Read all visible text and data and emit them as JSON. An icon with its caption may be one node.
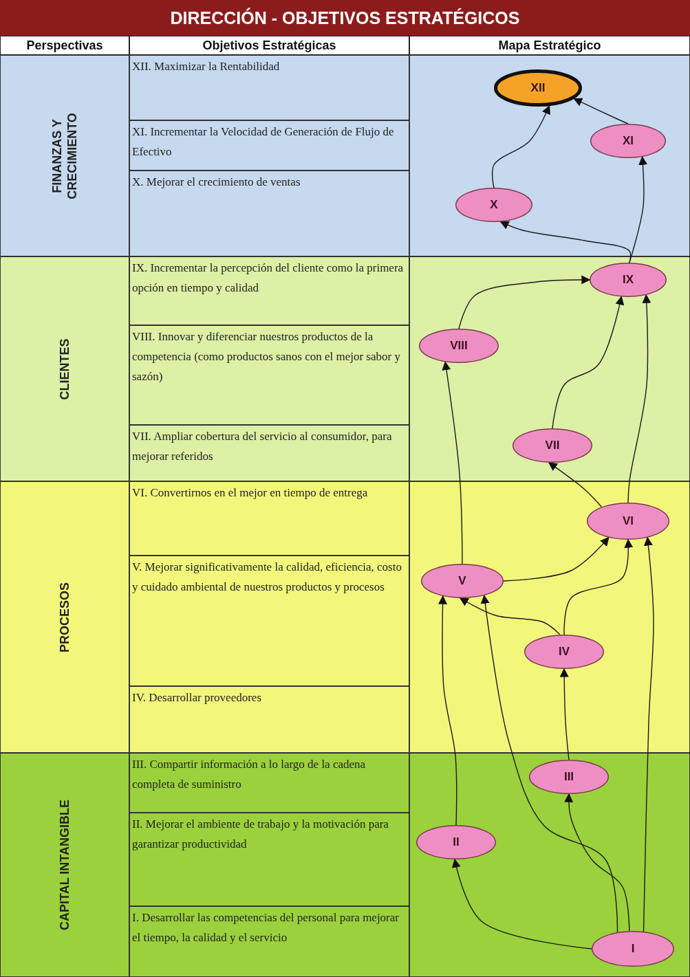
{
  "diagram": {
    "title": "DIRECCIÓN - OBJETIVOS ESTRATÉGICOS",
    "nodes": [
      {
        "text": [
          "XII"
        ]
      },
      {
        "text": [
          "XI"
        ]
      },
      {
        "text": [
          "X"
        ]
      },
      {
        "text": [
          "IX"
        ]
      },
      {
        "text": [
          "VIII"
        ]
      },
      {
        "text": [
          "VII"
        ]
      },
      {
        "text": [
          "VI"
        ]
      },
      {
        "text": [
          "V"
        ]
      },
      {
        "text": [
          "IV"
        ]
      },
      {
        "text": [
          "III"
        ]
      },
      {
        "text": [
          "II"
        ]
      },
      {
        "text": [
          "I"
        ]
      }
    ],
    "edges": [
      {
        "from": 2,
        "to": 0,
        "arrow": "to"
      },
      {
        "from": 1,
        "to": 0,
        "arrow": "to"
      },
      {
        "from": 3,
        "to": 2,
        "arrow": "to"
      },
      {
        "from": 3,
        "to": 1,
        "arrow": "to"
      },
      {
        "from": 4,
        "to": 3,
        "arrow": "to"
      },
      {
        "from": 5,
        "to": 3,
        "arrow": "to"
      },
      {
        "from": 6,
        "to": 3,
        "arrow": "to"
      },
      {
        "from": 7,
        "to": 4,
        "arrow": "to"
      },
      {
        "from": 6,
        "to": 5,
        "arrow": "to"
      },
      {
        "from": 7,
        "to": 6,
        "arrow": "to"
      },
      {
        "from": 8,
        "to": 6,
        "arrow": "to"
      },
      {
        "from": 8,
        "to": 7,
        "arrow": "to"
      },
      {
        "from": 11,
        "to": 6,
        "arrow": "to"
      },
      {
        "from": 9,
        "to": 8,
        "arrow": "to"
      },
      {
        "from": 10,
        "to": 7,
        "arrow": "to"
      },
      {
        "from": 11,
        "to": 7,
        "arrow": "to"
      },
      {
        "from": 11,
        "to": 9,
        "arrow": "to"
      },
      {
        "from": 11,
        "to": 10,
        "arrow": "to"
      }
    ],
    "labels": [
      "Perspectivas",
      "Objetivos Estratégicas",
      "Mapa Estratégico",
      "FINANZAS Y CRECIMIENTO",
      "XII. Maximizar la Rentabilidad",
      "XI. Incrementar la Velocidad de Generación de Flujo de Efectivo",
      "X. Mejorar el crecimiento de ventas",
      "CLIENTES",
      "IX. Incrementar la percepción del cliente como la primera opción en tiempo y calidad",
      "VIII. Innovar y diferenciar nuestros productos de la competencia (como productos sanos con el mejor sabor y sazón)",
      "VII. Ampliar cobertura del servicio al consumidor, para mejorar referidos",
      "PROCESOS",
      "VI. Convertirnos en el mejor en tiempo de entrega",
      "V. Mejorar significativamente la calidad, eficiencia, costo y cuidado ambiental de nuestros productos y procesos",
      "IV. Desarrollar proveedores",
      "CAPITAL INTANGIBLE",
      "III. Compartir información a lo largo de la cadena completa de suministro",
      "II. Mejorar el ambiente de trabajo y la motivación para garantizar productividad",
      "I. Desarrollar las competencias  del personal para mejorar el tiempo, la calidad y el servicio"
    ]
  }
}
